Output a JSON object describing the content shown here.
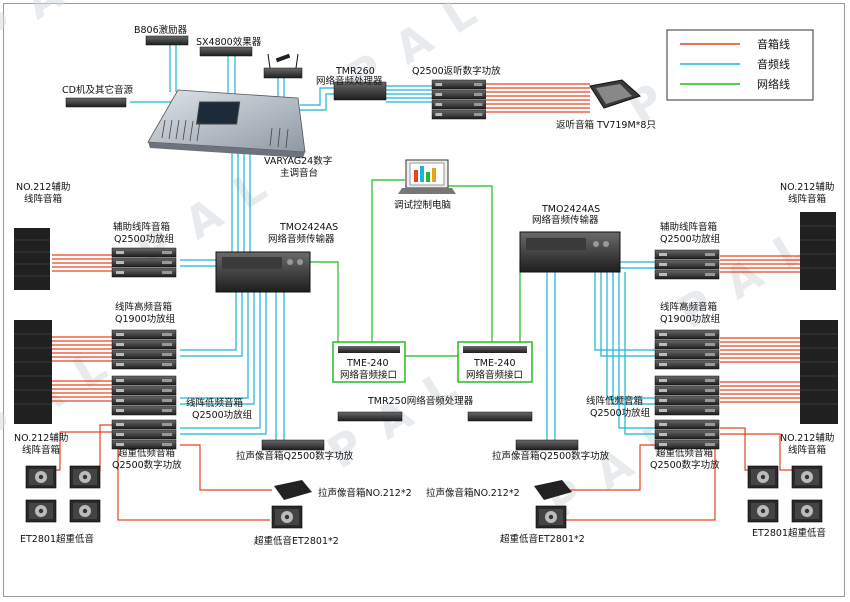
{
  "watermark": "P A L",
  "legend": {
    "speaker_line": "音箱线",
    "audio_line": "音频线",
    "network_line": "网络线"
  },
  "colors": {
    "speaker": "#e8431d",
    "audio": "#19b5d8",
    "network": "#22bb22"
  },
  "labels": {
    "b806": "B806激励器",
    "sx4800": "SX4800效果器",
    "cd": "CD机及其它音源",
    "tmr260_a": "TMR260",
    "tmr260_b": "网络音频处理器",
    "q2500_monitor": "Q2500返听数字功放",
    "monitor_speaker": "返听音箱  TV719M*8只",
    "console_a": "VARYAG24数字",
    "console_b": "主调音台",
    "pc": "调试控制电脑",
    "left_array_a": "NO.212辅助",
    "left_array_b": "线阵音箱",
    "right_array_a": "NO.212辅助",
    "right_array_b": "线阵音箱",
    "aux_amp_l_a": "辅助线阵音箱",
    "aux_amp_l_b": "Q2500功放组",
    "aux_amp_r_a": "辅助线阵音箱",
    "aux_amp_r_b": "Q2500功放组",
    "tmo_l_a": "TMO2424AS",
    "tmo_l_b": "网络音频传输器",
    "tmo_r_a": "TMO2424AS",
    "tmo_r_b": "网络音频传输器",
    "hf_l_a": "线阵高频音箱",
    "hf_l_b": "Q1900功放组",
    "hf_r_a": "线阵高频音箱",
    "hf_r_b": "Q1900功放组",
    "tme_l_a": "TME-240",
    "tme_l_b": "网络音频接口",
    "tme_r_a": "TME-240",
    "tme_r_b": "网络音频接口",
    "tmr250": "TMR250网络音频处理器",
    "lf_l_a": "线阵低频音箱",
    "lf_l_b": "Q2500功放组",
    "lf_r_a": "线阵低频音箱",
    "lf_r_b": "Q2500功放组",
    "left_bot_array_a": "NO.212辅助",
    "left_bot_array_b": "线阵音箱",
    "right_bot_array_a": "NO.212辅助",
    "right_bot_array_b": "线阵音箱",
    "sub_l_a": "超重低频音箱",
    "sub_l_b": "Q2500数字功放",
    "sub_r_a": "超重低频音箱",
    "sub_r_b": "Q2500数字功放",
    "lsx_l": "拉声像音箱Q2500数字功放",
    "lsx_r": "拉声像音箱Q2500数字功放",
    "lsx_spk_l": "拉声像音箱NO.212*2",
    "lsx_spk_r": "拉声像音箱NO.212*2",
    "et_l": "ET2801超重低音",
    "et_r": "ET2801超重低音",
    "et_mid_l": "超重低音ET2801*2",
    "et_mid_r": "超重低音ET2801*2"
  }
}
